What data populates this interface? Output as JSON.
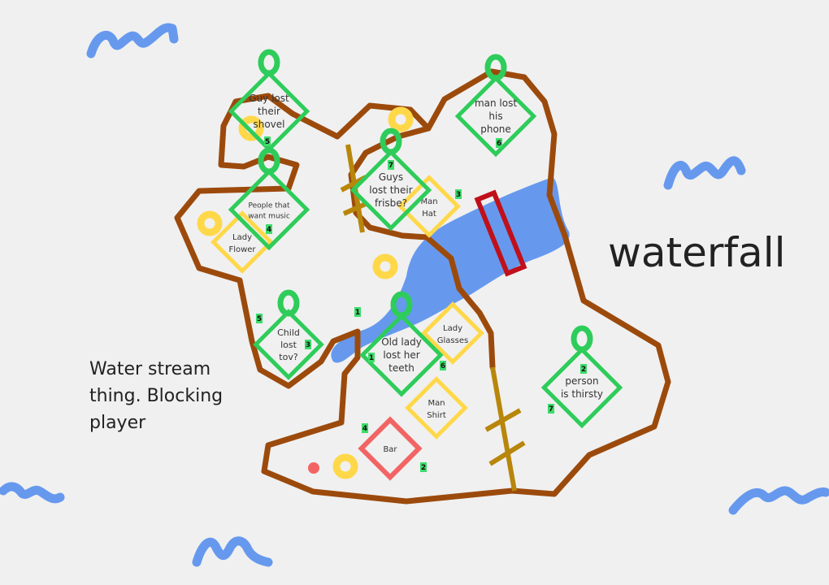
{
  "title_text": "waterfall",
  "note_text": [
    "Water stream",
    "thing. Blocking",
    "player"
  ],
  "colors": {
    "coast": "#9c4a0c",
    "quest": "#2ecc5a",
    "npc": "#ffd84a",
    "bar": "#f26464",
    "water": "#6699ee",
    "road": "#b8860b",
    "block": "#c0101a",
    "badge": "#3ddc6a"
  },
  "quests": [
    {
      "lines": [
        "Guy lost",
        "their",
        "shovel"
      ],
      "number": "5"
    },
    {
      "lines": [
        "People that",
        "want music"
      ],
      "number": "4"
    },
    {
      "lines": [
        "Guys",
        "lost their",
        "frisbe?"
      ],
      "number": "7"
    },
    {
      "lines": [
        "man lost",
        "his",
        "phone"
      ],
      "number": "6"
    },
    {
      "lines": [
        "Child",
        "lost",
        "tov?"
      ],
      "number": "3"
    },
    {
      "lines": [
        "Old lady",
        "lost her",
        "teeth"
      ],
      "number": "1"
    },
    {
      "lines": [
        "person",
        "is thirsty"
      ],
      "number": "2"
    }
  ],
  "npcs": [
    {
      "lines": [
        "Lady",
        "Flower"
      ]
    },
    {
      "lines": [
        "Man",
        "Hat"
      ]
    },
    {
      "lines": [
        "Lady",
        "Glasses"
      ]
    },
    {
      "lines": [
        "Man",
        "Shirt"
      ]
    }
  ],
  "bar": {
    "label": "Bar"
  },
  "badges": [
    "3",
    "5",
    "1",
    "6",
    "4",
    "2",
    "7"
  ]
}
